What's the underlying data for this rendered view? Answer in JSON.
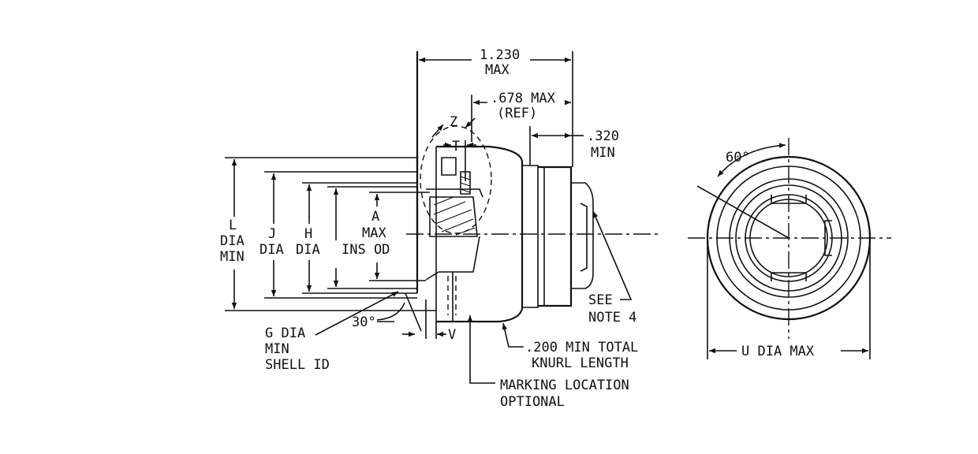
{
  "labels": {
    "dim_overall": "1.230",
    "dim_overall_max": "MAX",
    "dim_ref": ".678 MAX",
    "dim_ref_sub": "(REF)",
    "dim_320": ".320",
    "dim_320_min": "MIN",
    "z": "Z",
    "t": "T",
    "l_1": "L",
    "l_2": "DIA",
    "l_3": "MIN",
    "j_1": "J",
    "j_2": "DIA",
    "h_1": "H",
    "h_2": "DIA",
    "a_1": "A",
    "a_2": "MAX",
    "a_3": "INS OD",
    "g_1": "G DIA",
    "g_2": "MIN",
    "g_3": "SHELL ID",
    "angle_30": "30°",
    "v": "V",
    "knurl_1": ".200 MIN TOTAL",
    "knurl_2": "KNURL LENGTH",
    "marking_1": "MARKING LOCATION",
    "marking_2": "OPTIONAL",
    "note_1": "SEE",
    "note_2": "NOTE 4",
    "angle_60": "60°",
    "u_dia": "U DIA MAX"
  }
}
